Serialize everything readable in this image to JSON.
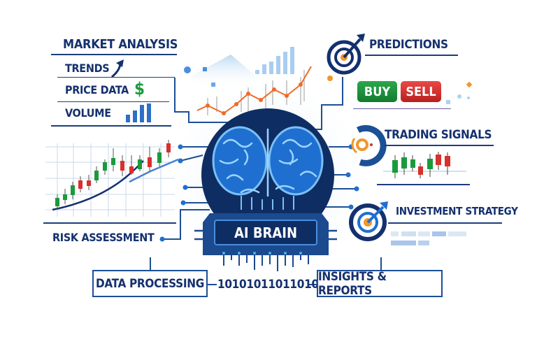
{
  "market": {
    "title": "MARKET ANALYSIS",
    "items": [
      "TRENDS",
      "PRICE DATA",
      "VOLUME"
    ],
    "dollar": "$"
  },
  "risk": "RISK ASSESSMENT",
  "core": "AI BRAIN",
  "predictions": {
    "title": "PREDICTIONS",
    "buy": "BUY",
    "sell": "SELL"
  },
  "signals": "TRADING SIGNALS",
  "strategy": "INVESTMENT STRATEGY",
  "bottom": {
    "processing": "DATA PROCESSING",
    "binary": "10101011011010",
    "insights": "INSIGHTS & REPORTS"
  },
  "colors": {
    "navy": "#14306e",
    "blue": "#1e6fd0",
    "green": "#1a9a3c",
    "red": "#d8302c",
    "orange": "#f07a2a"
  }
}
